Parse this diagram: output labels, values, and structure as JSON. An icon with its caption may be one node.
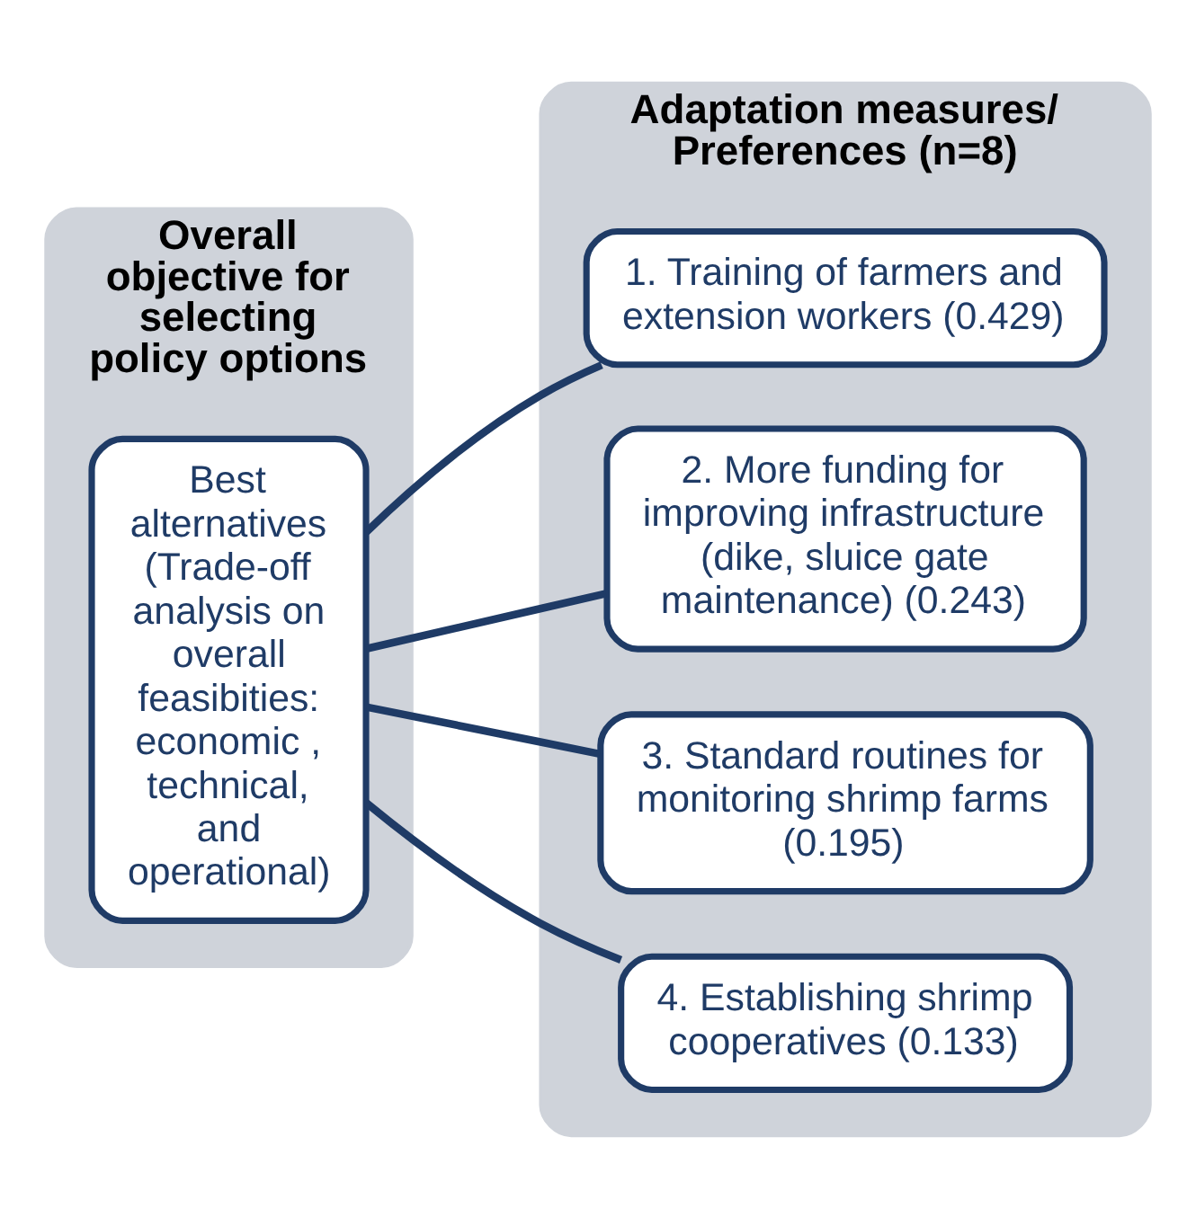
{
  "diagram": {
    "nodes": [
      {
        "text": [
          "Overall objective for selecting policy options"
        ]
      },
      {
        "text": [
          "Adaptation measures/ Preferences (n=8)"
        ]
      },
      {
        "text": [
          "Best alternatives (Trade-off analysis on overall feasibities: economic , technical, and operational)"
        ],
        "in": 0
      },
      {
        "text": [
          "1. Training of farmers and extension workers (0.429)"
        ],
        "in": 1
      },
      {
        "text": [
          "2. More funding for improving infrastructure (dike, sluice gate maintenance) (0.243)"
        ],
        "in": 1
      },
      {
        "text": [
          "3. Standard routines for monitoring shrimp farms (0.195)"
        ],
        "in": 1
      },
      {
        "text": [
          "4. Establishing shrimp cooperatives (0.133)"
        ],
        "in": 1
      }
    ],
    "edges": [
      {
        "from": 2,
        "to": 3,
        "arrow": "none"
      },
      {
        "from": 2,
        "to": 4,
        "arrow": "none"
      },
      {
        "from": 2,
        "to": 5,
        "arrow": "none"
      },
      {
        "from": 2,
        "to": 6,
        "arrow": "none"
      }
    ]
  }
}
